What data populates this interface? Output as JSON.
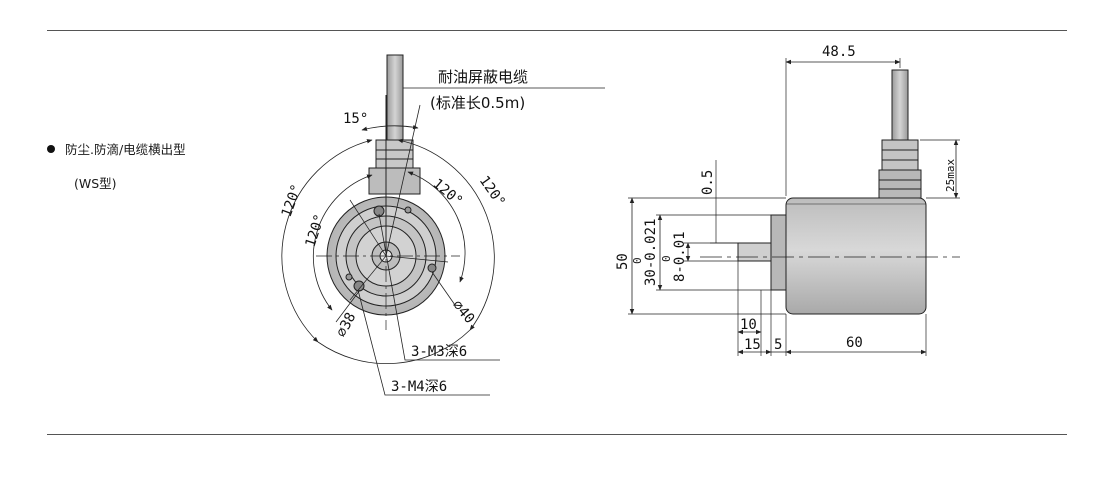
{
  "description": {
    "line1": "防尘.防滴/电缆横出型",
    "line2": "(WS型)"
  },
  "front_view": {
    "cable_label": "耐油屏蔽电缆",
    "cable_length": "(标准长0.5m)",
    "angle_cable": "15°",
    "angle_outer_left": "120°",
    "angle_inner_left": "120°",
    "angle_inner_right": "120°",
    "angle_outer_right": "120°",
    "dia_38": "⌀38",
    "dia_40": "⌀40",
    "m3_hole": "3-M3深6",
    "m4_hole": "3-M4深6"
  },
  "side_view": {
    "length_48_5": "48.5",
    "dim_0_5": "0.5",
    "dim_50": "50",
    "dim_30_tol": "30-0.021",
    "dim_30_tol_upper": "0",
    "dim_8_tol": "8-0.01",
    "dim_8_tol_upper": "0",
    "dim_25max": "25max",
    "dim_10": "10",
    "dim_15": "15",
    "dim_5": "5",
    "dim_60": "60"
  },
  "colors": {
    "line": "#222222",
    "body_fill": "#c9c9c9",
    "body_shade": "#a8a8a8"
  }
}
